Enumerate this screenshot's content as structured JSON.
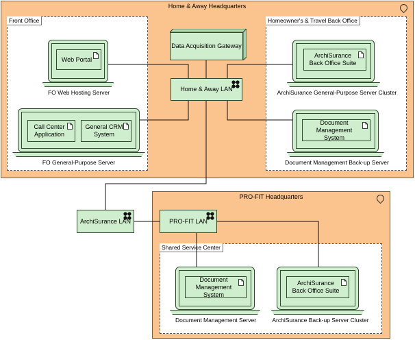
{
  "locations": {
    "home_away": {
      "title": "Home & Away Headquarters"
    },
    "profit": {
      "title": "PRO-FIT Headquarters"
    }
  },
  "groups": {
    "front_office": {
      "title": "Front Office"
    },
    "back_office": {
      "title": "Homeowner's & Travel Back Office"
    },
    "shared_service": {
      "title": "Shared Service Center"
    }
  },
  "nodes": {
    "data_acquisition": {
      "label": "Data Acquisition Gateway"
    },
    "home_away_lan": {
      "label": "Home & Away LAN"
    },
    "archisurance_lan": {
      "label": "ArchiSurance LAN"
    },
    "profit_lan": {
      "label": "PRO-FIT LAN"
    }
  },
  "devices": {
    "fo_web_hosting": {
      "caption": "FO Web Hosting Server",
      "apps": [
        "Web Portal"
      ]
    },
    "fo_general_purpose": {
      "caption": "FO General-Purpose Server",
      "apps": [
        "Call Center Application",
        "General CRM System"
      ]
    },
    "archisurance_gp_cluster": {
      "caption": "ArchiSurance General-Purpose Server Cluster",
      "apps": [
        "ArchiSurance Back Office Suite"
      ]
    },
    "doc_mgmt_backup": {
      "caption": "Document Management Back-up Server",
      "apps": [
        "Document Management System"
      ]
    },
    "doc_mgmt_server": {
      "caption": "Document Management Server",
      "apps": [
        "Document Management System"
      ]
    },
    "archisurance_backup_cluster": {
      "caption": "ArchiSurance Back-up Server Cluster",
      "apps": [
        "ArchiSurance Back Office Suite"
      ]
    }
  },
  "colors": {
    "location_fill": "#fbc38e",
    "node_fill": "#cfeecd",
    "group_fill": "#ffffff"
  },
  "icons": {
    "network": "network-icon",
    "artifact": "document-icon",
    "location": "location-pin-icon"
  }
}
